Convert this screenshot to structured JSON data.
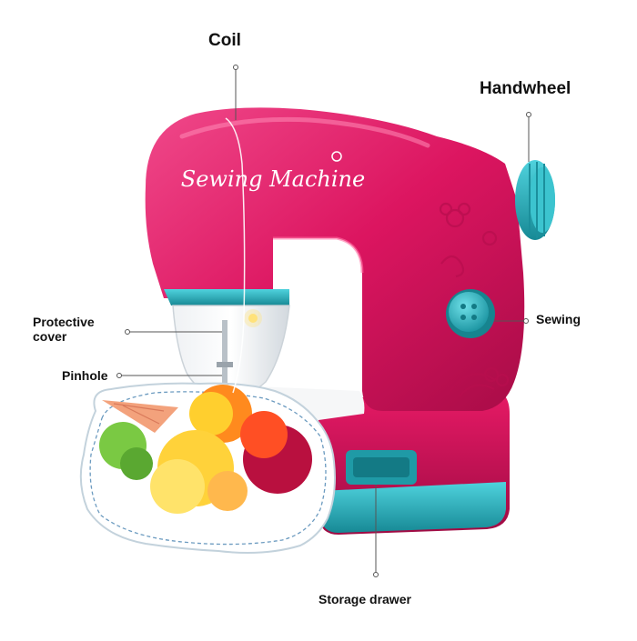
{
  "labels": {
    "coil": "Coil",
    "handwheel": "Handwheel",
    "protective_cover": [
      "Protective",
      "cover"
    ],
    "pinhole": "Pinhole",
    "sewing": "Sewing",
    "storage_drawer": "Storage drawer"
  },
  "product": {
    "brand_text": "Sewing Machine"
  },
  "colors": {
    "body": "#e0145f",
    "body_dark": "#b00d4a",
    "body_light": "#f04c8a",
    "accent": "#2bb6c4",
    "accent_dark": "#1b8f9c",
    "label_text": "#111111",
    "leader_line": "#555555"
  }
}
